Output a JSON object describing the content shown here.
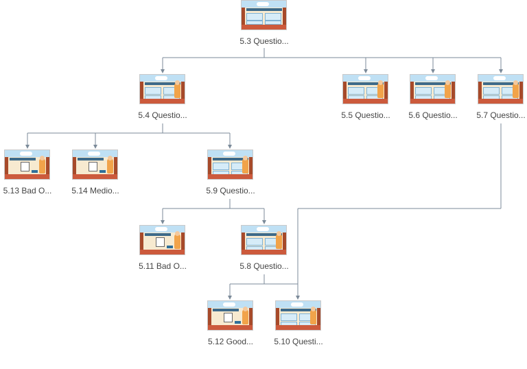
{
  "colors": {
    "connector": "#7b8a99",
    "label": "#444444"
  },
  "nodes": {
    "n53": {
      "label": "5.3 Questio..."
    },
    "n54": {
      "label": "5.4 Questio..."
    },
    "n55": {
      "label": "5.5 Questio..."
    },
    "n56": {
      "label": "5.6 Questio..."
    },
    "n57": {
      "label": "5.7 Questio..."
    },
    "n513": {
      "label": "5.13 Bad O..."
    },
    "n514": {
      "label": "5.14 Medio..."
    },
    "n59": {
      "label": "5.9 Questio..."
    },
    "n511": {
      "label": "5.11 Bad O..."
    },
    "n58": {
      "label": "5.8 Questio..."
    },
    "n512": {
      "label": "5.12 Good..."
    },
    "n510": {
      "label": "5.10 Questi..."
    }
  }
}
